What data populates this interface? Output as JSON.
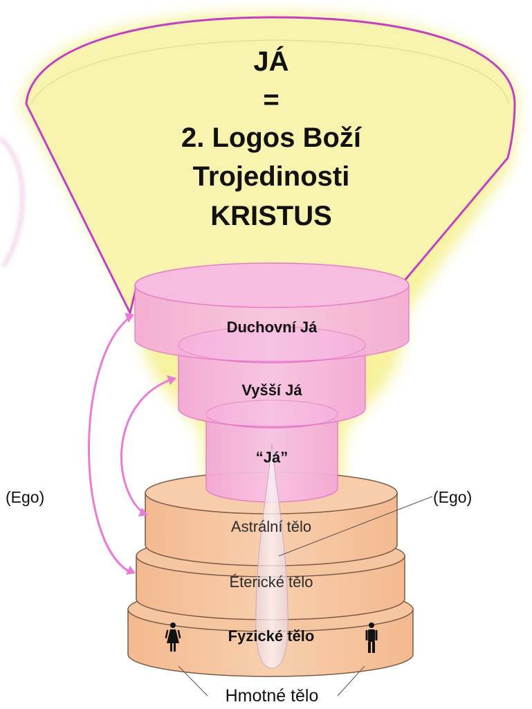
{
  "top": {
    "lines": [
      "JÁ",
      "=",
      "2. Logos Boží",
      "Trojedinosti",
      "KRISTUS"
    ]
  },
  "levels": {
    "spiritual": "Duchovní Já",
    "higher": "Vyšší Já",
    "ja": "“Já”",
    "astral": "Astrální tělo",
    "etheric": "Éterické tělo",
    "physical": "Fyzické tělo"
  },
  "labels": {
    "ego_left": "(Ego)",
    "ego_right": "(Ego)",
    "material_body": "Hmotné tělo"
  },
  "colors": {
    "glow": "#f4f088",
    "funnel_fill": "#f7f2ad",
    "funnel_stroke": "#c23fc4",
    "pink_fill": "#f6b4dc",
    "pink_stroke": "#e77ac8",
    "arrow": "#ea7ad6",
    "peach": "#f5c49c",
    "peach_stroke": "#7a5a45"
  },
  "icons": {
    "female": "female-figure-icon",
    "male": "male-figure-icon"
  }
}
